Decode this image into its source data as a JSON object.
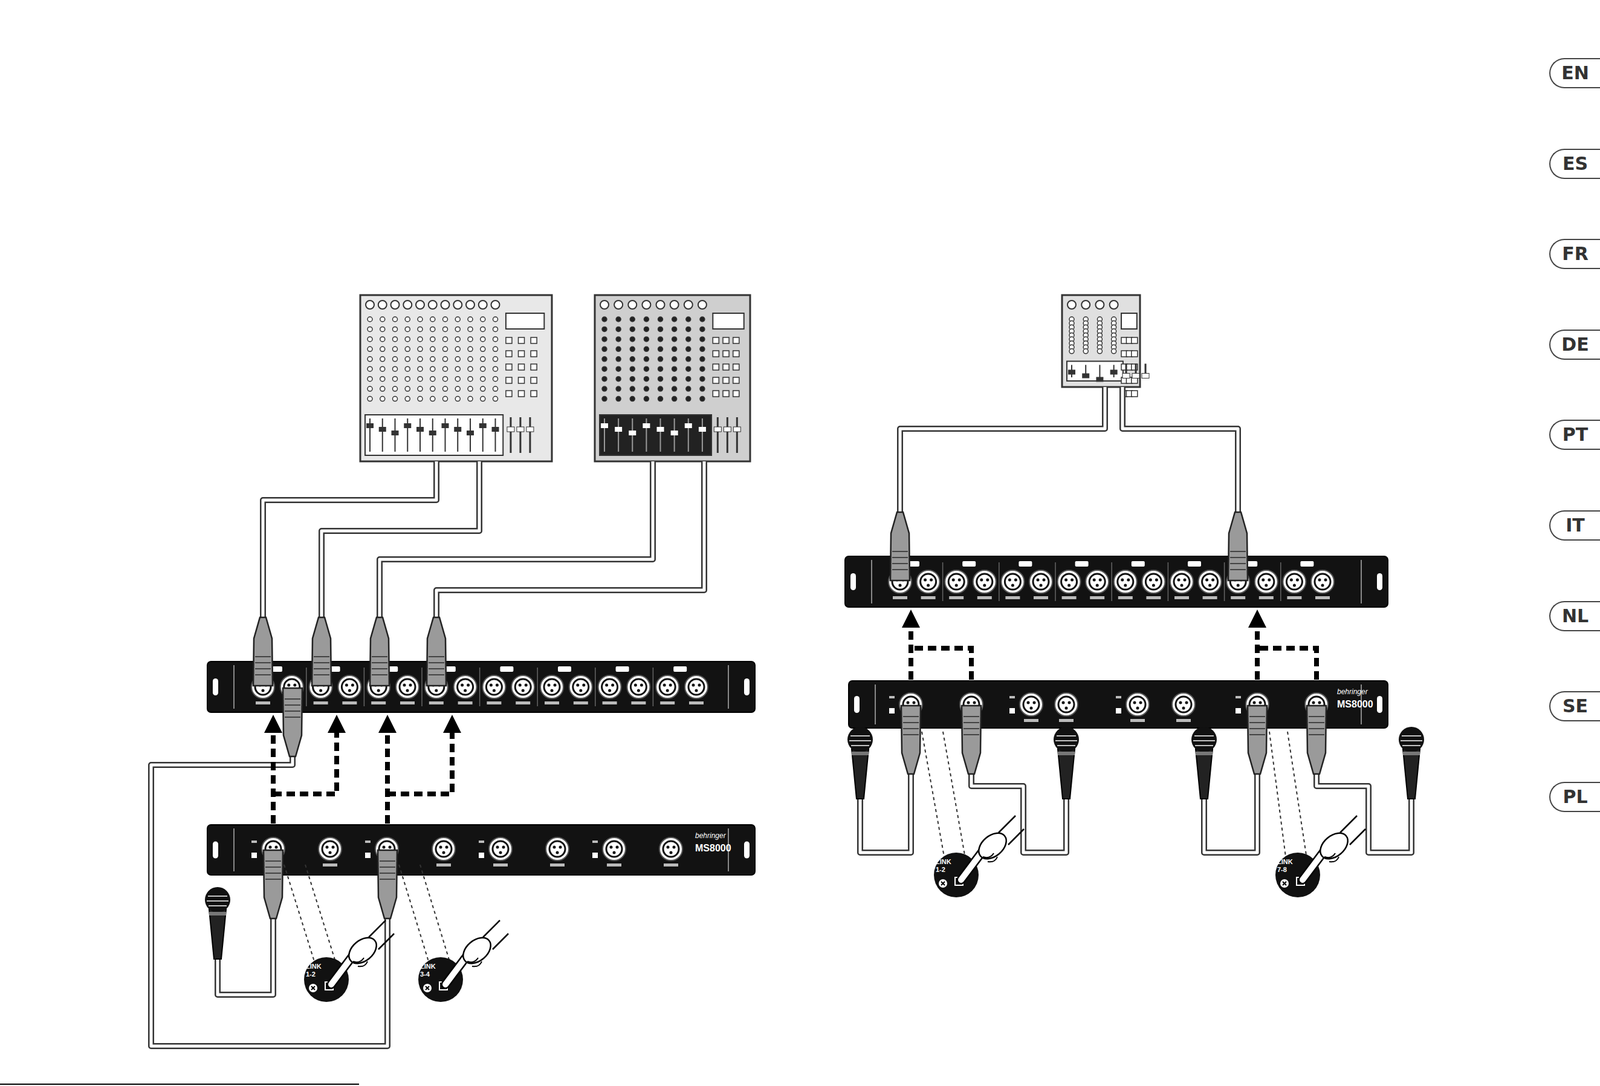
{
  "diagram": {
    "nodes": [
      {
        "text": [
          "EN"
        ]
      },
      {
        "text": [
          "ES"
        ]
      },
      {
        "text": [
          "FR"
        ]
      },
      {
        "text": [
          "DE"
        ]
      },
      {
        "text": [
          "PT"
        ]
      },
      {
        "text": [
          "IT"
        ]
      },
      {
        "text": [
          "NL"
        ]
      },
      {
        "text": [
          "SE"
        ]
      },
      {
        "text": [
          "PL"
        ]
      }
    ],
    "labels": [
      "behringer",
      "MS8000",
      "LINK 1-2",
      "LINK 3-4",
      "behringer",
      "MS8000",
      "LINK 1-2",
      "LINK 7-8"
    ]
  }
}
